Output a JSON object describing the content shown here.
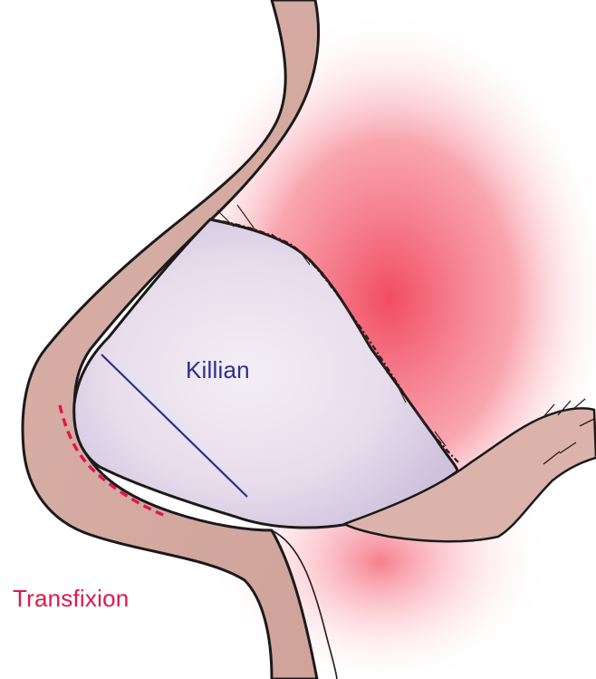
{
  "labels": {
    "killian": "Killian",
    "transfixion": "Transfixion"
  },
  "colors": {
    "killian": "#2d2f8e",
    "transfixion": "#e0174b",
    "skin": "#dcb4ac",
    "mucosa": "#e6dcec",
    "glow": "#f0435a",
    "outline": "#1a1a1a"
  },
  "icons": {
    "diagram": "nose-sagittal-section-illustration"
  }
}
